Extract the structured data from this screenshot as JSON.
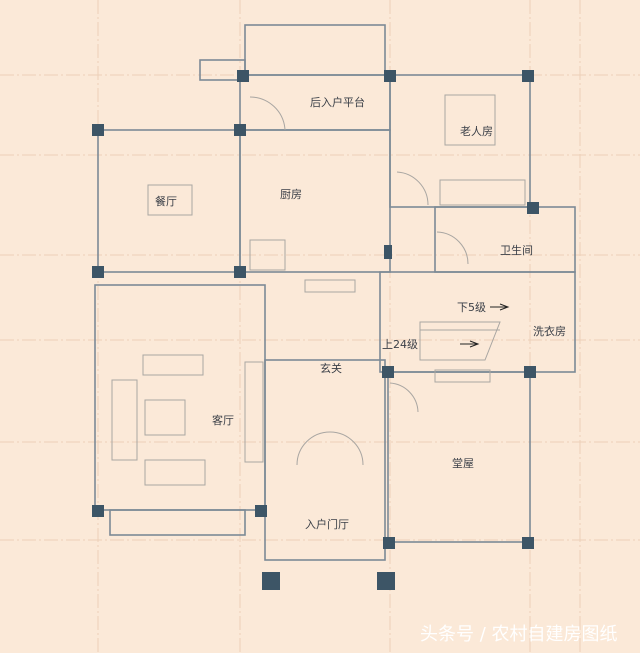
{
  "rooms": {
    "back_platform": "后入户平台",
    "elder_room": "老人房",
    "dining": "餐厅",
    "kitchen": "厨房",
    "bathroom": "卫生间",
    "laundry": "洗衣房",
    "foyer": "玄关",
    "living": "客厅",
    "hall": "堂屋",
    "entry_hall": "入户门厅"
  },
  "stairs": {
    "down": "下5级",
    "up": "上24级"
  },
  "watermark": "头条号 / 农村自建房图纸",
  "colors": {
    "background": "#fbe9d8",
    "column": "#3d5566",
    "wall": "#7c8a96"
  }
}
